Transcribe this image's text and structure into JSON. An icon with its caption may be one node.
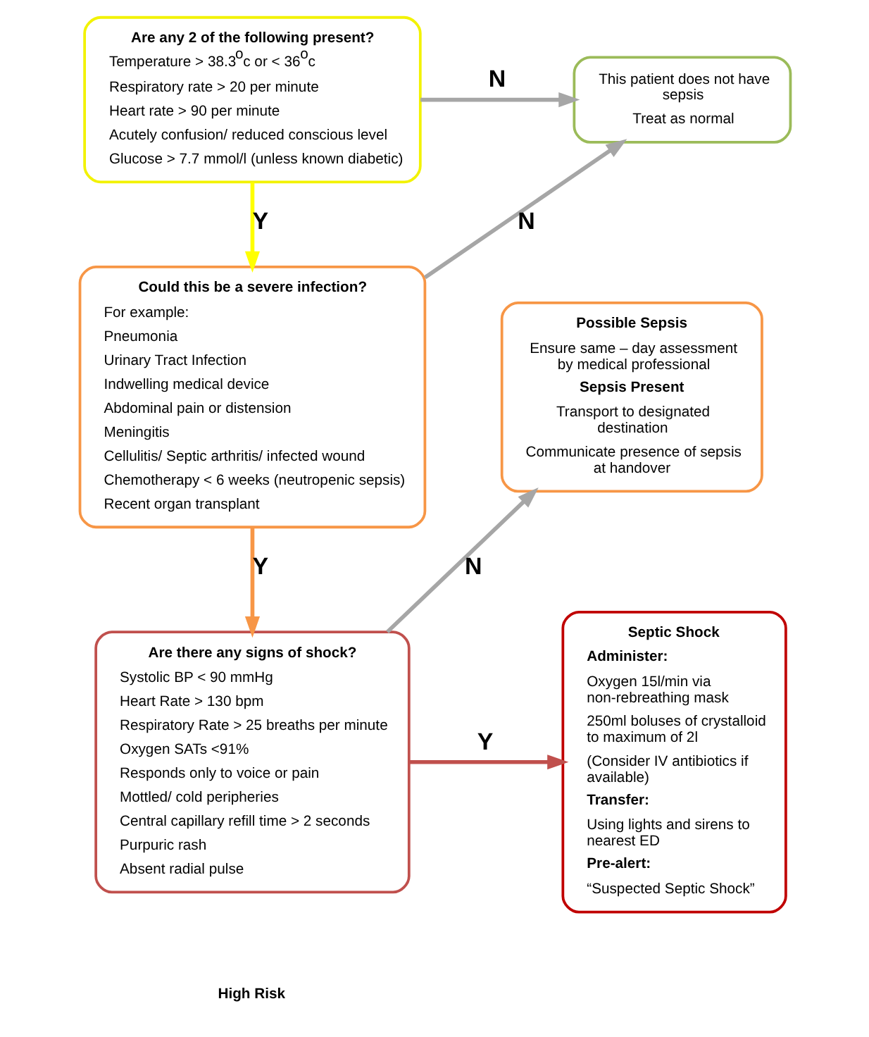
{
  "diagram": {
    "nodes": [
      {
        "text": [
          "Are any 2 of the following present?",
          "Temperature > 38.3$^{o}$c or < 36$^{o}$c",
          "Respiratory rate > 20 per minute",
          "Heart rate > 90 per minute",
          "Acutely confusion/ reduced conscious level",
          "Glucose > 7.7 mmol/l (unless known diabetic)"
        ]
      },
      {
        "text": [
          "Could this be a severe infection?",
          "For example:",
          "Pneumonia",
          "Urinary Tract Infection",
          "Indwelling medical device",
          "Abdominal pain or distension",
          "Meningitis",
          "Cellulitis/ Septic arthritis/ infected wound",
          "Chemotherapy < 6 weeks (neutropenic sepsis)",
          "Recent organ transplant"
        ]
      },
      {
        "text": [
          "Are there any signs of shock?",
          "Systolic BP < 90 mmHg",
          "Heart Rate > 130 bpm",
          "Respiratory Rate > 25 breaths per minute",
          "Oxygen SATs <91%",
          "Responds only to voice or pain",
          "Mottled/ cold peripheries",
          "Central capillary refill time > 2 seconds",
          "Purpuric rash",
          "Absent radial pulse"
        ]
      },
      {
        "text": [
          "This patient does not have sepsis",
          "Treat as normal"
        ]
      },
      {
        "text": [
          "Possible Sepsis",
          "Ensure same – day assessment by medical professional",
          "Sepsis Present",
          "Transport to designated destination",
          "Communicate presence of sepsis at handover"
        ]
      },
      {
        "text": [
          "Septic Shock",
          "Administer:",
          "Oxygen 15l/min via non-rebreathing mask",
          "250ml boluses of crystalloid to maximum of 2l",
          "(Consider IV antibiotics if available)",
          "Transfer:",
          "Using lights and sirens to nearest ED",
          "Pre-alert:",
          "“Suspected Septic Shock”"
        ]
      }
    ],
    "edges": [
      {
        "from": 0,
        "to": 1,
        "arrow": "to",
        "label": "Y",
        "color": "#ffff00"
      },
      {
        "from": 0,
        "to": 3,
        "arrow": "to",
        "label": "N"
      },
      {
        "from": 1,
        "to": 3,
        "arrow": "to",
        "label": "N"
      },
      {
        "from": 1,
        "to": 2,
        "arrow": "to",
        "label": "Y",
        "color": "#f79646"
      },
      {
        "from": 2,
        "to": 4,
        "arrow": "to",
        "label": "N"
      },
      {
        "from": 2,
        "to": 5,
        "arrow": "to",
        "label": "Y",
        "color": "#c0504d"
      }
    ],
    "labels": [
      "High Risk"
    ]
  }
}
